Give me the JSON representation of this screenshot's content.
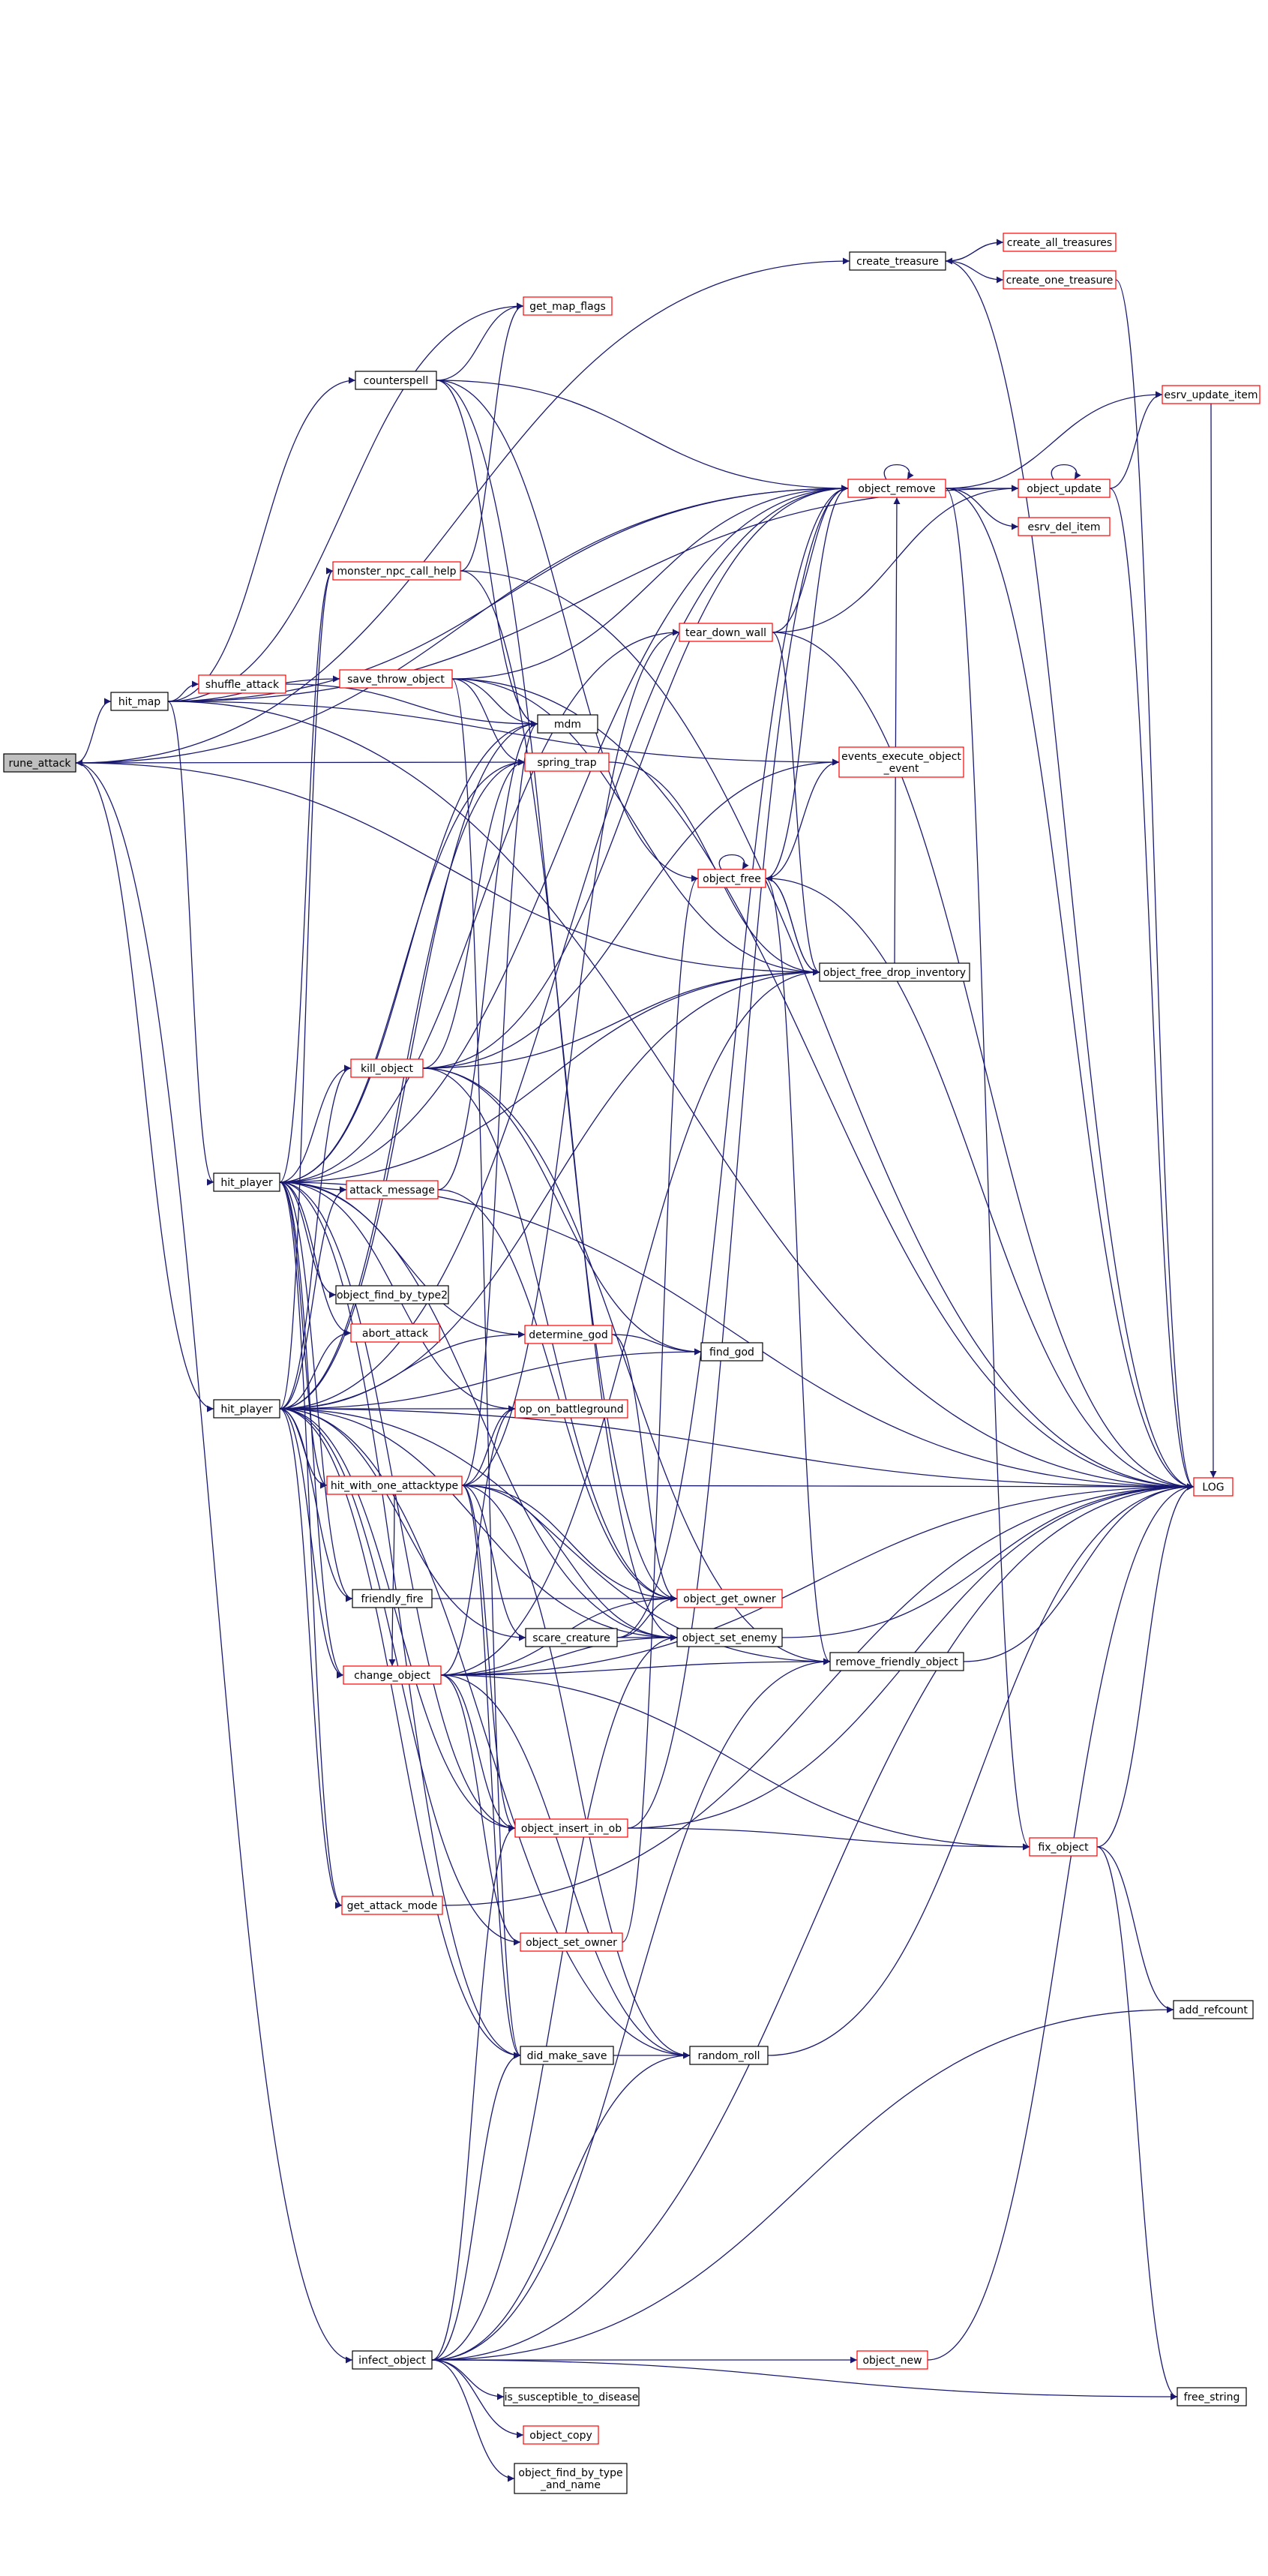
{
  "graph": {
    "colors": {
      "edge": "#191970",
      "node_stroke_red": "#ff0000",
      "node_stroke_black": "#000000",
      "root_fill": "#bfbfbf",
      "text": "#000000"
    },
    "nodes": [
      {
        "id": "rune_attack",
        "label": "rune_attack",
        "root": true
      },
      {
        "id": "hit_map",
        "label": "hit_map"
      },
      {
        "id": "shuffle_attack",
        "label": "shuffle_attack",
        "red": true
      },
      {
        "id": "counterspell",
        "label": "counterspell"
      },
      {
        "id": "get_map_flags",
        "label": "get_map_flags",
        "red": true
      },
      {
        "id": "create_treasure",
        "label": "create_treasure"
      },
      {
        "id": "create_all_treasures",
        "label": "create_all_treasures",
        "red": true
      },
      {
        "id": "create_one_treasure",
        "label": "create_one_treasure",
        "red": true
      },
      {
        "id": "esrv_update_item",
        "label": "esrv_update_item",
        "red": true
      },
      {
        "id": "object_update",
        "label": "object_update",
        "red": true
      },
      {
        "id": "esrv_del_item",
        "label": "esrv_del_item",
        "red": true
      },
      {
        "id": "object_remove",
        "label": "object_remove",
        "red": true
      },
      {
        "id": "monster_npc_call_help",
        "label": "monster_npc_call_help",
        "red": true
      },
      {
        "id": "tear_down_wall",
        "label": "tear_down_wall",
        "red": true
      },
      {
        "id": "save_throw_object",
        "label": "save_throw_object",
        "red": true
      },
      {
        "id": "mdm",
        "label": "mdm"
      },
      {
        "id": "spring_trap",
        "label": "spring_trap",
        "red": true
      },
      {
        "id": "events_execute_object_event",
        "label": "events_execute_object\n_event",
        "red": true
      },
      {
        "id": "object_free",
        "label": "object_free",
        "red": true
      },
      {
        "id": "object_free_drop_inventory",
        "label": "object_free_drop_inventory"
      },
      {
        "id": "kill_object",
        "label": "kill_object",
        "red": true
      },
      {
        "id": "hit_player_1",
        "label": "hit_player"
      },
      {
        "id": "attack_message",
        "label": "attack_message",
        "red": true
      },
      {
        "id": "object_find_by_type2",
        "label": "object_find_by_type2"
      },
      {
        "id": "abort_attack",
        "label": "abort_attack",
        "red": true
      },
      {
        "id": "determine_god",
        "label": "determine_god",
        "red": true
      },
      {
        "id": "find_god",
        "label": "find_god"
      },
      {
        "id": "hit_player_2",
        "label": "hit_player"
      },
      {
        "id": "op_on_battleground",
        "label": "op_on_battleground",
        "red": true
      },
      {
        "id": "hit_with_one_attacktype",
        "label": "hit_with_one_attacktype",
        "red": true
      },
      {
        "id": "LOG",
        "label": "LOG",
        "red": true
      },
      {
        "id": "friendly_fire",
        "label": "friendly_fire"
      },
      {
        "id": "object_get_owner",
        "label": "object_get_owner",
        "red": true
      },
      {
        "id": "scare_creature",
        "label": "scare_creature"
      },
      {
        "id": "object_set_enemy",
        "label": "object_set_enemy"
      },
      {
        "id": "change_object",
        "label": "change_object",
        "red": true
      },
      {
        "id": "remove_friendly_object",
        "label": "remove_friendly_object"
      },
      {
        "id": "object_insert_in_ob",
        "label": "object_insert_in_ob",
        "red": true
      },
      {
        "id": "fix_object",
        "label": "fix_object",
        "red": true
      },
      {
        "id": "get_attack_mode",
        "label": "get_attack_mode",
        "red": true
      },
      {
        "id": "object_set_owner",
        "label": "object_set_owner",
        "red": true
      },
      {
        "id": "add_refcount",
        "label": "add_refcount"
      },
      {
        "id": "did_make_save",
        "label": "did_make_save"
      },
      {
        "id": "random_roll",
        "label": "random_roll"
      },
      {
        "id": "infect_object",
        "label": "infect_object"
      },
      {
        "id": "object_new",
        "label": "object_new",
        "red": true
      },
      {
        "id": "is_susceptible_to_disease",
        "label": "is_susceptible_to_disease"
      },
      {
        "id": "object_copy",
        "label": "object_copy",
        "red": true
      },
      {
        "id": "object_find_by_type_and_name",
        "label": "object_find_by_type\n_and_name"
      },
      {
        "id": "free_string",
        "label": "free_string"
      }
    ],
    "edges": [
      [
        "rune_attack",
        "hit_map"
      ],
      [
        "rune_attack",
        "hit_player_2"
      ],
      [
        "rune_attack",
        "infect_object"
      ],
      [
        "rune_attack",
        "create_treasure"
      ],
      [
        "rune_attack",
        "object_remove"
      ],
      [
        "rune_attack",
        "object_free_drop_inventory"
      ],
      [
        "hit_map",
        "shuffle_attack"
      ],
      [
        "hit_map",
        "counterspell"
      ],
      [
        "hit_map",
        "get_map_flags"
      ],
      [
        "hit_map",
        "save_throw_object"
      ],
      [
        "hit_map",
        "hit_player_1"
      ],
      [
        "hit_map",
        "object_remove"
      ],
      [
        "hit_map",
        "object_update"
      ],
      [
        "hit_map",
        "LOG"
      ],
      [
        "hit_map",
        "events_execute_object_event"
      ],
      [
        "shuffle_attack",
        "mdm"
      ],
      [
        "counterspell",
        "get_map_flags"
      ],
      [
        "counterspell",
        "mdm"
      ],
      [
        "counterspell",
        "object_free"
      ],
      [
        "counterspell",
        "object_remove"
      ],
      [
        "counterspell",
        "object_get_owner"
      ],
      [
        "create_treasure",
        "create_all_treasures"
      ],
      [
        "create_treasure",
        "create_one_treasure"
      ],
      [
        "create_treasure",
        "LOG"
      ],
      [
        "create_all_treasures",
        "create_treasure"
      ],
      [
        "create_one_treasure",
        "LOG"
      ],
      [
        "object_remove",
        "object_update"
      ],
      [
        "object_remove",
        "esrv_del_item"
      ],
      [
        "object_remove",
        "esrv_update_item"
      ],
      [
        "object_remove",
        "fix_object"
      ],
      [
        "object_remove",
        "LOG"
      ],
      [
        "object_remove",
        "object_remove"
      ],
      [
        "object_update",
        "esrv_update_item"
      ],
      [
        "object_update",
        "LOG"
      ],
      [
        "object_update",
        "object_update"
      ],
      [
        "esrv_update_item",
        "LOG"
      ],
      [
        "monster_npc_call_help",
        "get_map_flags"
      ],
      [
        "monster_npc_call_help",
        "object_set_enemy"
      ],
      [
        "monster_npc_call_help",
        "LOG"
      ],
      [
        "tear_down_wall",
        "object_remove"
      ],
      [
        "tear_down_wall",
        "object_update"
      ],
      [
        "tear_down_wall",
        "object_free_drop_inventory"
      ],
      [
        "tear_down_wall",
        "LOG"
      ],
      [
        "save_throw_object",
        "mdm"
      ],
      [
        "save_throw_object",
        "spring_trap"
      ],
      [
        "save_throw_object",
        "object_remove"
      ],
      [
        "save_throw_object",
        "object_free_drop_inventory"
      ],
      [
        "save_throw_object",
        "LOG"
      ],
      [
        "save_throw_object",
        "did_make_save"
      ],
      [
        "spring_trap",
        "rune_attack"
      ],
      [
        "spring_trap",
        "object_free_drop_inventory"
      ],
      [
        "object_free",
        "events_execute_object_event"
      ],
      [
        "object_free",
        "object_free_drop_inventory"
      ],
      [
        "object_free",
        "object_remove"
      ],
      [
        "object_free",
        "remove_friendly_object"
      ],
      [
        "object_free",
        "LOG"
      ],
      [
        "object_free",
        "object_free"
      ],
      [
        "object_free_drop_inventory",
        "object_remove"
      ],
      [
        "object_free_drop_inventory",
        "object_free"
      ],
      [
        "kill_object",
        "spring_trap"
      ],
      [
        "kill_object",
        "events_execute_object_event"
      ],
      [
        "kill_object",
        "object_free_drop_inventory"
      ],
      [
        "kill_object",
        "object_get_owner"
      ],
      [
        "kill_object",
        "remove_friendly_object"
      ],
      [
        "kill_object",
        "find_god"
      ],
      [
        "kill_object",
        "object_remove"
      ],
      [
        "hit_player_1",
        "kill_object"
      ],
      [
        "hit_player_1",
        "attack_message"
      ],
      [
        "hit_player_1",
        "object_find_by_type2"
      ],
      [
        "hit_player_1",
        "abort_attack"
      ],
      [
        "hit_player_1",
        "determine_god"
      ],
      [
        "hit_player_1",
        "hit_with_one_attacktype"
      ],
      [
        "hit_player_1",
        "friendly_fire"
      ],
      [
        "hit_player_1",
        "change_object"
      ],
      [
        "hit_player_1",
        "get_attack_mode"
      ],
      [
        "hit_player_1",
        "object_insert_in_ob"
      ],
      [
        "hit_player_1",
        "mdm"
      ],
      [
        "hit_player_1",
        "monster_npc_call_help"
      ],
      [
        "hit_player_1",
        "tear_down_wall"
      ],
      [
        "hit_player_1",
        "object_free_drop_inventory"
      ],
      [
        "hit_player_1",
        "object_remove"
      ],
      [
        "hit_player_1",
        "LOG"
      ],
      [
        "hit_player_1",
        "op_on_battleground"
      ],
      [
        "hit_player_1",
        "did_make_save"
      ],
      [
        "hit_player_1",
        "object_set_enemy"
      ],
      [
        "hit_player_1",
        "spring_trap"
      ],
      [
        "attack_message",
        "object_get_owner"
      ],
      [
        "attack_message",
        "mdm"
      ],
      [
        "determine_god",
        "find_god"
      ],
      [
        "determine_god",
        "object_get_owner"
      ],
      [
        "hit_player_2",
        "kill_object"
      ],
      [
        "hit_player_2",
        "attack_message"
      ],
      [
        "hit_player_2",
        "abort_attack"
      ],
      [
        "hit_player_2",
        "determine_god"
      ],
      [
        "hit_player_2",
        "op_on_battleground"
      ],
      [
        "hit_player_2",
        "find_god"
      ],
      [
        "hit_player_2",
        "hit_with_one_attacktype"
      ],
      [
        "hit_player_2",
        "friendly_fire"
      ],
      [
        "hit_player_2",
        "scare_creature"
      ],
      [
        "hit_player_2",
        "change_object"
      ],
      [
        "hit_player_2",
        "get_attack_mode"
      ],
      [
        "hit_player_2",
        "did_make_save"
      ],
      [
        "hit_player_2",
        "object_set_owner"
      ],
      [
        "hit_player_2",
        "random_roll"
      ],
      [
        "hit_player_2",
        "object_set_enemy"
      ],
      [
        "hit_player_2",
        "object_free_drop_inventory"
      ],
      [
        "hit_player_2",
        "remove_friendly_object"
      ],
      [
        "hit_player_2",
        "LOG"
      ],
      [
        "hit_player_2",
        "mdm"
      ],
      [
        "hit_player_2",
        "spring_trap"
      ],
      [
        "hit_player_2",
        "monster_npc_call_help"
      ],
      [
        "hit_player_2",
        "object_remove"
      ],
      [
        "hit_player_2",
        "object_insert_in_ob"
      ],
      [
        "hit_with_one_attacktype",
        "LOG"
      ],
      [
        "hit_with_one_attacktype",
        "op_on_battleground"
      ],
      [
        "hit_with_one_attacktype",
        "object_get_owner"
      ],
      [
        "hit_with_one_attacktype",
        "scare_creature"
      ],
      [
        "hit_with_one_attacktype",
        "object_insert_in_ob"
      ],
      [
        "hit_with_one_attacktype",
        "did_make_save"
      ],
      [
        "hit_with_one_attacktype",
        "random_roll"
      ],
      [
        "hit_with_one_attacktype",
        "mdm"
      ],
      [
        "hit_with_one_attacktype",
        "tear_down_wall"
      ],
      [
        "hit_with_one_attacktype",
        "object_set_enemy"
      ],
      [
        "hit_with_one_attacktype",
        "change_object"
      ],
      [
        "friendly_fire",
        "object_get_owner"
      ],
      [
        "scare_creature",
        "object_get_owner"
      ],
      [
        "scare_creature",
        "object_set_enemy"
      ],
      [
        "scare_creature",
        "object_remove"
      ],
      [
        "object_set_enemy",
        "LOG"
      ],
      [
        "change_object",
        "object_get_owner"
      ],
      [
        "change_object",
        "object_insert_in_ob"
      ],
      [
        "change_object",
        "object_free_drop_inventory"
      ],
      [
        "change_object",
        "remove_friendly_object"
      ],
      [
        "change_object",
        "LOG"
      ],
      [
        "change_object",
        "object_set_owner"
      ],
      [
        "change_object",
        "fix_object"
      ],
      [
        "change_object",
        "op_on_battleground"
      ],
      [
        "change_object",
        "object_set_enemy"
      ],
      [
        "change_object",
        "random_roll"
      ],
      [
        "remove_friendly_object",
        "LOG"
      ],
      [
        "object_insert_in_ob",
        "fix_object"
      ],
      [
        "object_insert_in_ob",
        "LOG"
      ],
      [
        "object_insert_in_ob",
        "object_remove"
      ],
      [
        "fix_object",
        "add_refcount"
      ],
      [
        "fix_object",
        "free_string"
      ],
      [
        "fix_object",
        "LOG"
      ],
      [
        "get_attack_mode",
        "LOG"
      ],
      [
        "object_set_owner",
        "object_free"
      ],
      [
        "did_make_save",
        "random_roll"
      ],
      [
        "random_roll",
        "LOG"
      ],
      [
        "infect_object",
        "object_new"
      ],
      [
        "infect_object",
        "is_susceptible_to_disease"
      ],
      [
        "infect_object",
        "object_copy"
      ],
      [
        "infect_object",
        "object_find_by_type_and_name"
      ],
      [
        "infect_object",
        "free_string"
      ],
      [
        "infect_object",
        "add_refcount"
      ],
      [
        "infect_object",
        "object_insert_in_ob"
      ],
      [
        "infect_object",
        "did_make_save"
      ],
      [
        "infect_object",
        "random_roll"
      ],
      [
        "infect_object",
        "remove_friendly_object"
      ],
      [
        "infect_object",
        "object_set_enemy"
      ],
      [
        "infect_object",
        "LOG"
      ],
      [
        "object_new",
        "LOG"
      ]
    ]
  }
}
